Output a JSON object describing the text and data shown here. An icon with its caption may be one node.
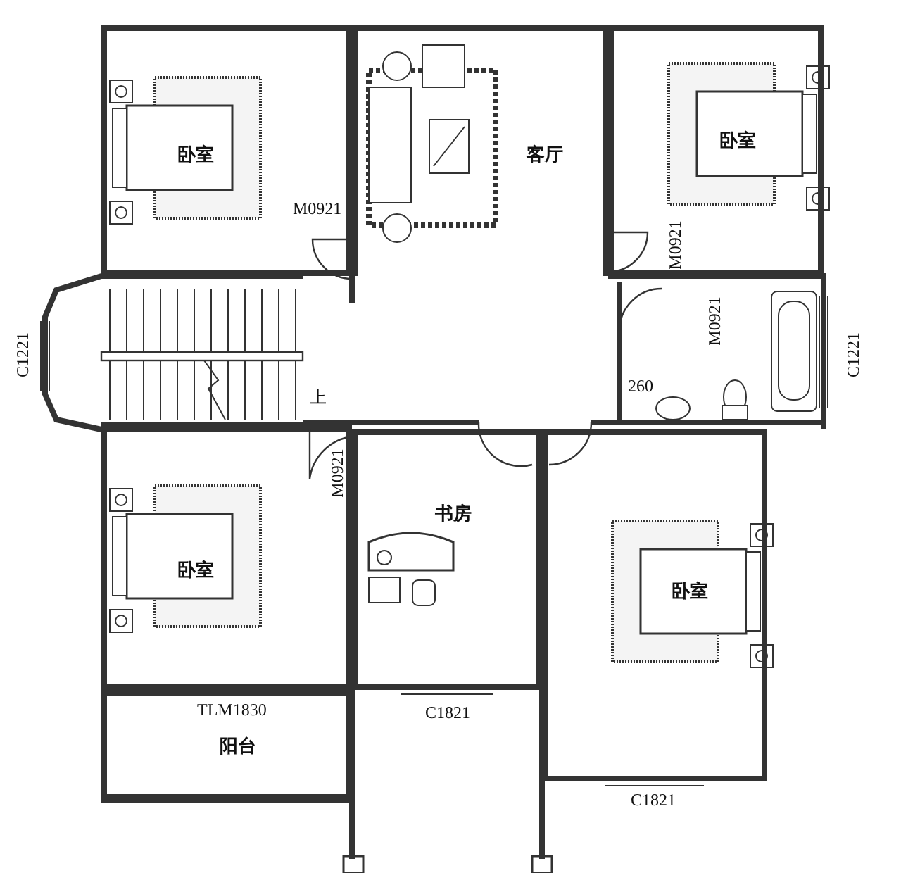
{
  "diagram": {
    "nodes": [
      {
        "text": [
          "卧室"
        ]
      },
      {
        "text": [
          "客厅"
        ]
      },
      {
        "text": [
          "卧室"
        ]
      },
      {
        "text": [
          "卧室"
        ]
      },
      {
        "text": [
          "书房"
        ]
      },
      {
        "text": [
          "卧室"
        ]
      },
      {
        "text": [
          "阳台"
        ]
      }
    ],
    "labels": [
      "M0921",
      "M0921",
      "M0921",
      "C1221",
      "C1221",
      "260",
      "上",
      "M0921",
      "TLM1830",
      "C1821",
      "C1821"
    ]
  }
}
